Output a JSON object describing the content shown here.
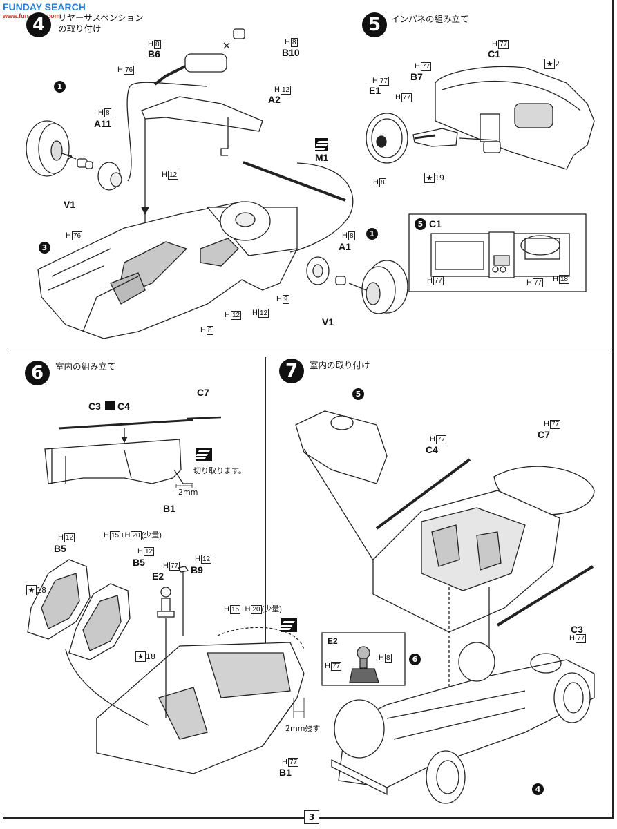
{
  "watermark": {
    "main": "FUNDAY SEARCH",
    "sub": "www.fun-shop.com"
  },
  "page_number": "3",
  "steps": {
    "s4": {
      "number": "4",
      "title_line1": "リヤーサスペンション",
      "title_line2": "の取り付け"
    },
    "s5": {
      "number": "5",
      "title": "インパネの組み立て"
    },
    "s6": {
      "number": "6",
      "title": "室内の組み立て"
    },
    "s7": {
      "number": "7",
      "title": "室内の取り付け"
    }
  },
  "parts": {
    "B6": "B6",
    "B10": "B10",
    "A2": "A2",
    "A11": "A11",
    "V1a": "V1",
    "V1b": "V1",
    "M1": "M1",
    "A1": "A1",
    "C1": "C1",
    "B7": "B7",
    "E1": "E1",
    "C5_C1": "C1",
    "C3": "C3",
    "C4": "C4",
    "C7": "C7",
    "B1": "B1",
    "B5a": "B5",
    "B5b": "B5",
    "E2": "E2",
    "B9": "B9",
    "s7_C4": "C4",
    "s7_C7": "C7",
    "s7_C3": "C3",
    "s7_B1": "B1",
    "E2_inset": "E2"
  },
  "colors": {
    "h8": "8",
    "h12": "12",
    "h76": "76",
    "h77": "77",
    "h9": "9",
    "h15": "15",
    "h18": "18",
    "h20": "20"
  },
  "markers": {
    "dot1": "1",
    "dot3": "3",
    "dot5": "5",
    "dot6": "6",
    "dot4": "4"
  },
  "stars": {
    "s2": "2",
    "s19": "19",
    "s18a": "18",
    "s18b": "18"
  },
  "notes": {
    "cut": "切り取ります。",
    "cut_mm": "2mm",
    "little": "(少量)",
    "leave": "2mm残す",
    "plus": "+"
  },
  "h_letter": "H"
}
